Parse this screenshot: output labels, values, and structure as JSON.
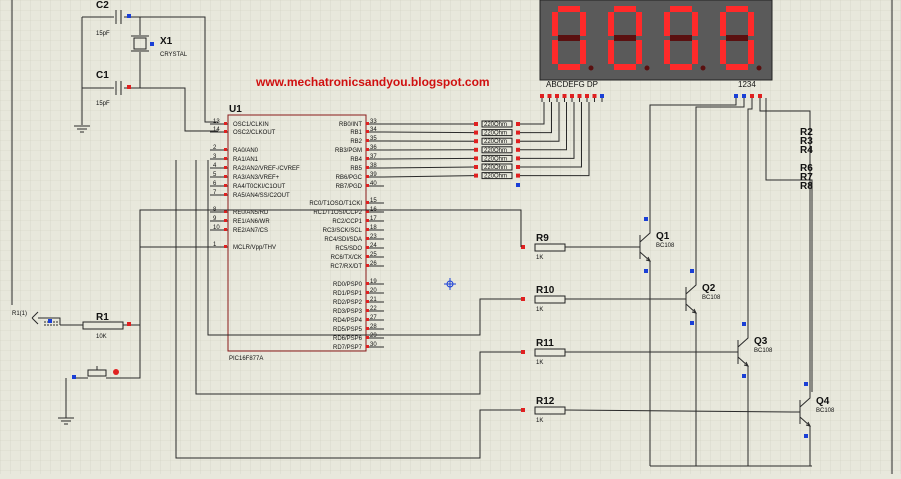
{
  "website": "www.mechatronicsandyou.blogspot.com",
  "display": {
    "digits": [
      "0",
      "0",
      "0",
      "0"
    ],
    "seg_label": "ABCDEFG DP",
    "digit_label": "1234",
    "colors": {
      "body": "#5a5a5a",
      "lit": "#ff2a2a",
      "dim": "#5a1010"
    }
  },
  "mcu": {
    "ref": "U1",
    "part": "PIC16F877A",
    "left_pins": [
      {
        "num": "13",
        "name": "OSC1/CLKIN"
      },
      {
        "num": "14",
        "name": "OSC2/CLKOUT"
      },
      {
        "num": "2",
        "name": "RA0/AN0"
      },
      {
        "num": "3",
        "name": "RA1/AN1"
      },
      {
        "num": "4",
        "name": "RA2/AN2/VREF-/CVREF"
      },
      {
        "num": "5",
        "name": "RA3/AN3/VREF+"
      },
      {
        "num": "6",
        "name": "RA4/T0CKI/C1OUT"
      },
      {
        "num": "7",
        "name": "RA5/AN4/SS/C2OUT"
      },
      {
        "num": "8",
        "name": "RE0/AN5/RD"
      },
      {
        "num": "9",
        "name": "RE1/AN6/WR"
      },
      {
        "num": "10",
        "name": "RE2/AN7/CS"
      },
      {
        "num": "1",
        "name": "MCLR/Vpp/THV"
      }
    ],
    "right_pins": [
      {
        "num": "33",
        "name": "RB0/INT"
      },
      {
        "num": "34",
        "name": "RB1"
      },
      {
        "num": "35",
        "name": "RB2"
      },
      {
        "num": "36",
        "name": "RB3/PGM"
      },
      {
        "num": "37",
        "name": "RB4"
      },
      {
        "num": "38",
        "name": "RB5"
      },
      {
        "num": "39",
        "name": "RB6/PGC"
      },
      {
        "num": "40",
        "name": "RB7/PGD"
      },
      {
        "num": "15",
        "name": "RC0/T1OSO/T1CKI"
      },
      {
        "num": "16",
        "name": "RC1/T1OSI/CCP2"
      },
      {
        "num": "17",
        "name": "RC2/CCP1"
      },
      {
        "num": "18",
        "name": "RC3/SCK/SCL"
      },
      {
        "num": "23",
        "name": "RC4/SDI/SDA"
      },
      {
        "num": "24",
        "name": "RC5/SDO"
      },
      {
        "num": "25",
        "name": "RC6/TX/CK"
      },
      {
        "num": "26",
        "name": "RC7/RX/DT"
      },
      {
        "num": "19",
        "name": "RD0/PSP0"
      },
      {
        "num": "20",
        "name": "RD1/PSP1"
      },
      {
        "num": "21",
        "name": "RD2/PSP2"
      },
      {
        "num": "22",
        "name": "RD3/PSP3"
      },
      {
        "num": "27",
        "name": "RD4/PSP4"
      },
      {
        "num": "28",
        "name": "RD5/PSP5"
      },
      {
        "num": "29",
        "name": "RD6/PSP6"
      },
      {
        "num": "30",
        "name": "RD7/PSP7"
      }
    ]
  },
  "seg_resistors": [
    "220Ohm",
    "220Ohm",
    "220Ohm",
    "220Ohm",
    "220Ohm",
    "220Ohm",
    "220Ohm"
  ],
  "capacitors": [
    {
      "ref": "C2",
      "value": "15pF"
    },
    {
      "ref": "C1",
      "value": "15pF"
    }
  ],
  "crystal": {
    "ref": "X1",
    "label": "CRYSTAL"
  },
  "r1": {
    "ref": "R1",
    "value": "10K"
  },
  "r1_port": "R1(1)",
  "base_resistors": [
    {
      "ref": "R9",
      "value": "1K"
    },
    {
      "ref": "R10",
      "value": "1K"
    },
    {
      "ref": "R11",
      "value": "1K"
    },
    {
      "ref": "R12",
      "value": "1K"
    }
  ],
  "transistors": [
    {
      "ref": "Q1",
      "part": "BC108"
    },
    {
      "ref": "Q2",
      "part": "BC108"
    },
    {
      "ref": "Q3",
      "part": "BC108"
    },
    {
      "ref": "Q4",
      "part": "BC108"
    }
  ],
  "side_labels": [
    "R2",
    "R3",
    "R4",
    "R6",
    "R7",
    "R8"
  ]
}
